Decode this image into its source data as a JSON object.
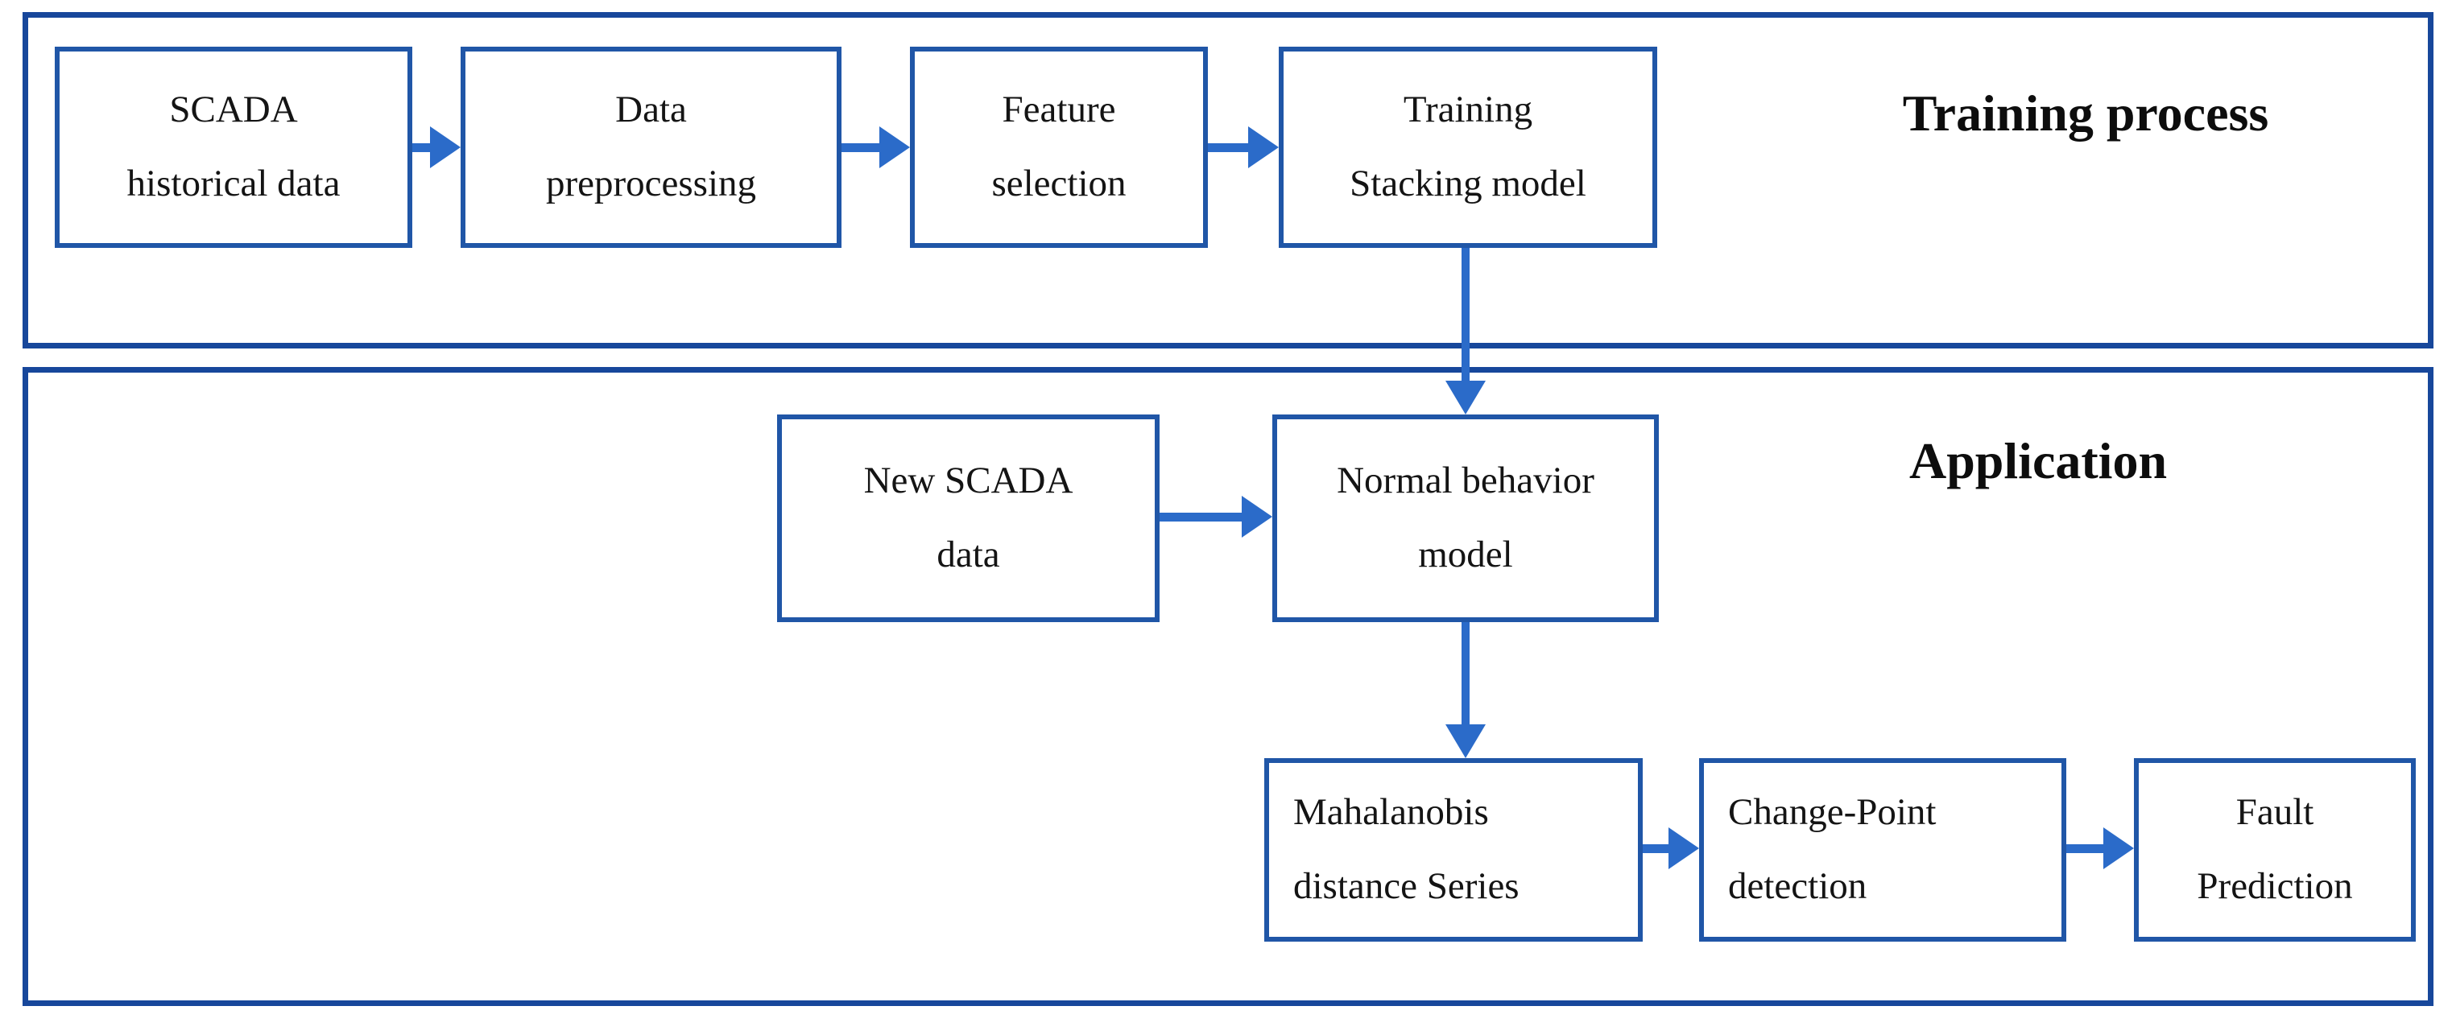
{
  "figure": {
    "type": "flowchart",
    "background": "#ffffff",
    "colors": {
      "section_border": "#17479b",
      "node_border": "#2056a7",
      "arrow": "#2b6bc9",
      "text": "#141414"
    },
    "sections": [
      {
        "id": "training",
        "title": "Training process"
      },
      {
        "id": "application",
        "title": "Application"
      }
    ],
    "nodes": [
      {
        "id": "scada-historical-data",
        "section": "training",
        "lines": [
          "SCADA",
          "historical data"
        ]
      },
      {
        "id": "data-preprocessing",
        "section": "training",
        "lines": [
          "Data",
          "preprocessing"
        ]
      },
      {
        "id": "feature-selection",
        "section": "training",
        "lines": [
          "Feature",
          "selection"
        ]
      },
      {
        "id": "training-stacking-model",
        "section": "training",
        "lines": [
          "Training",
          "Stacking model"
        ]
      },
      {
        "id": "new-scada-data",
        "section": "application",
        "lines": [
          "New SCADA",
          "data"
        ]
      },
      {
        "id": "normal-behavior-model",
        "section": "application",
        "lines": [
          "Normal behavior",
          "model"
        ]
      },
      {
        "id": "mahalanobis-distance-series",
        "section": "application",
        "lines": [
          "Mahalanobis",
          "distance Series"
        ]
      },
      {
        "id": "change-point-detection",
        "section": "application",
        "lines": [
          "Change-Point",
          "detection"
        ]
      },
      {
        "id": "fault-prediction",
        "section": "application",
        "lines": [
          "Fault",
          "Prediction"
        ]
      }
    ],
    "edges": [
      {
        "from": "scada-historical-data",
        "to": "data-preprocessing",
        "direction": "right"
      },
      {
        "from": "data-preprocessing",
        "to": "feature-selection",
        "direction": "right"
      },
      {
        "from": "feature-selection",
        "to": "training-stacking-model",
        "direction": "right"
      },
      {
        "from": "training-stacking-model",
        "to": "normal-behavior-model",
        "direction": "down"
      },
      {
        "from": "new-scada-data",
        "to": "normal-behavior-model",
        "direction": "right"
      },
      {
        "from": "normal-behavior-model",
        "to": "mahalanobis-distance-series",
        "direction": "down"
      },
      {
        "from": "mahalanobis-distance-series",
        "to": "change-point-detection",
        "direction": "right"
      },
      {
        "from": "change-point-detection",
        "to": "fault-prediction",
        "direction": "right"
      }
    ]
  }
}
